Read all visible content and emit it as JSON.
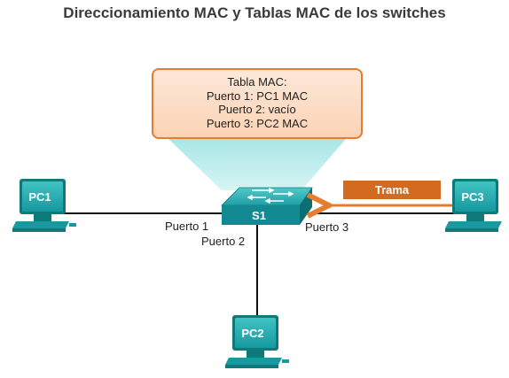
{
  "title": "Direccionamiento MAC y Tablas MAC de los switches",
  "mac_table": {
    "heading": "Tabla MAC:",
    "rows": [
      "Puerto 1: PC1 MAC",
      "Puerto 2: vacío",
      "Puerto 3: PC2 MAC"
    ]
  },
  "devices": {
    "pc1": "PC1",
    "pc2": "PC2",
    "pc3": "PC3",
    "switch": "S1"
  },
  "ports": {
    "p1": "Puerto 1",
    "p2": "Puerto 2",
    "p3": "Puerto 3"
  },
  "frame_label": "Trama",
  "colors": {
    "teal": "#1aa3a3",
    "teal_dark": "#0f7a7a",
    "orange": "#e57c2f",
    "frame": "#d26a1f"
  }
}
